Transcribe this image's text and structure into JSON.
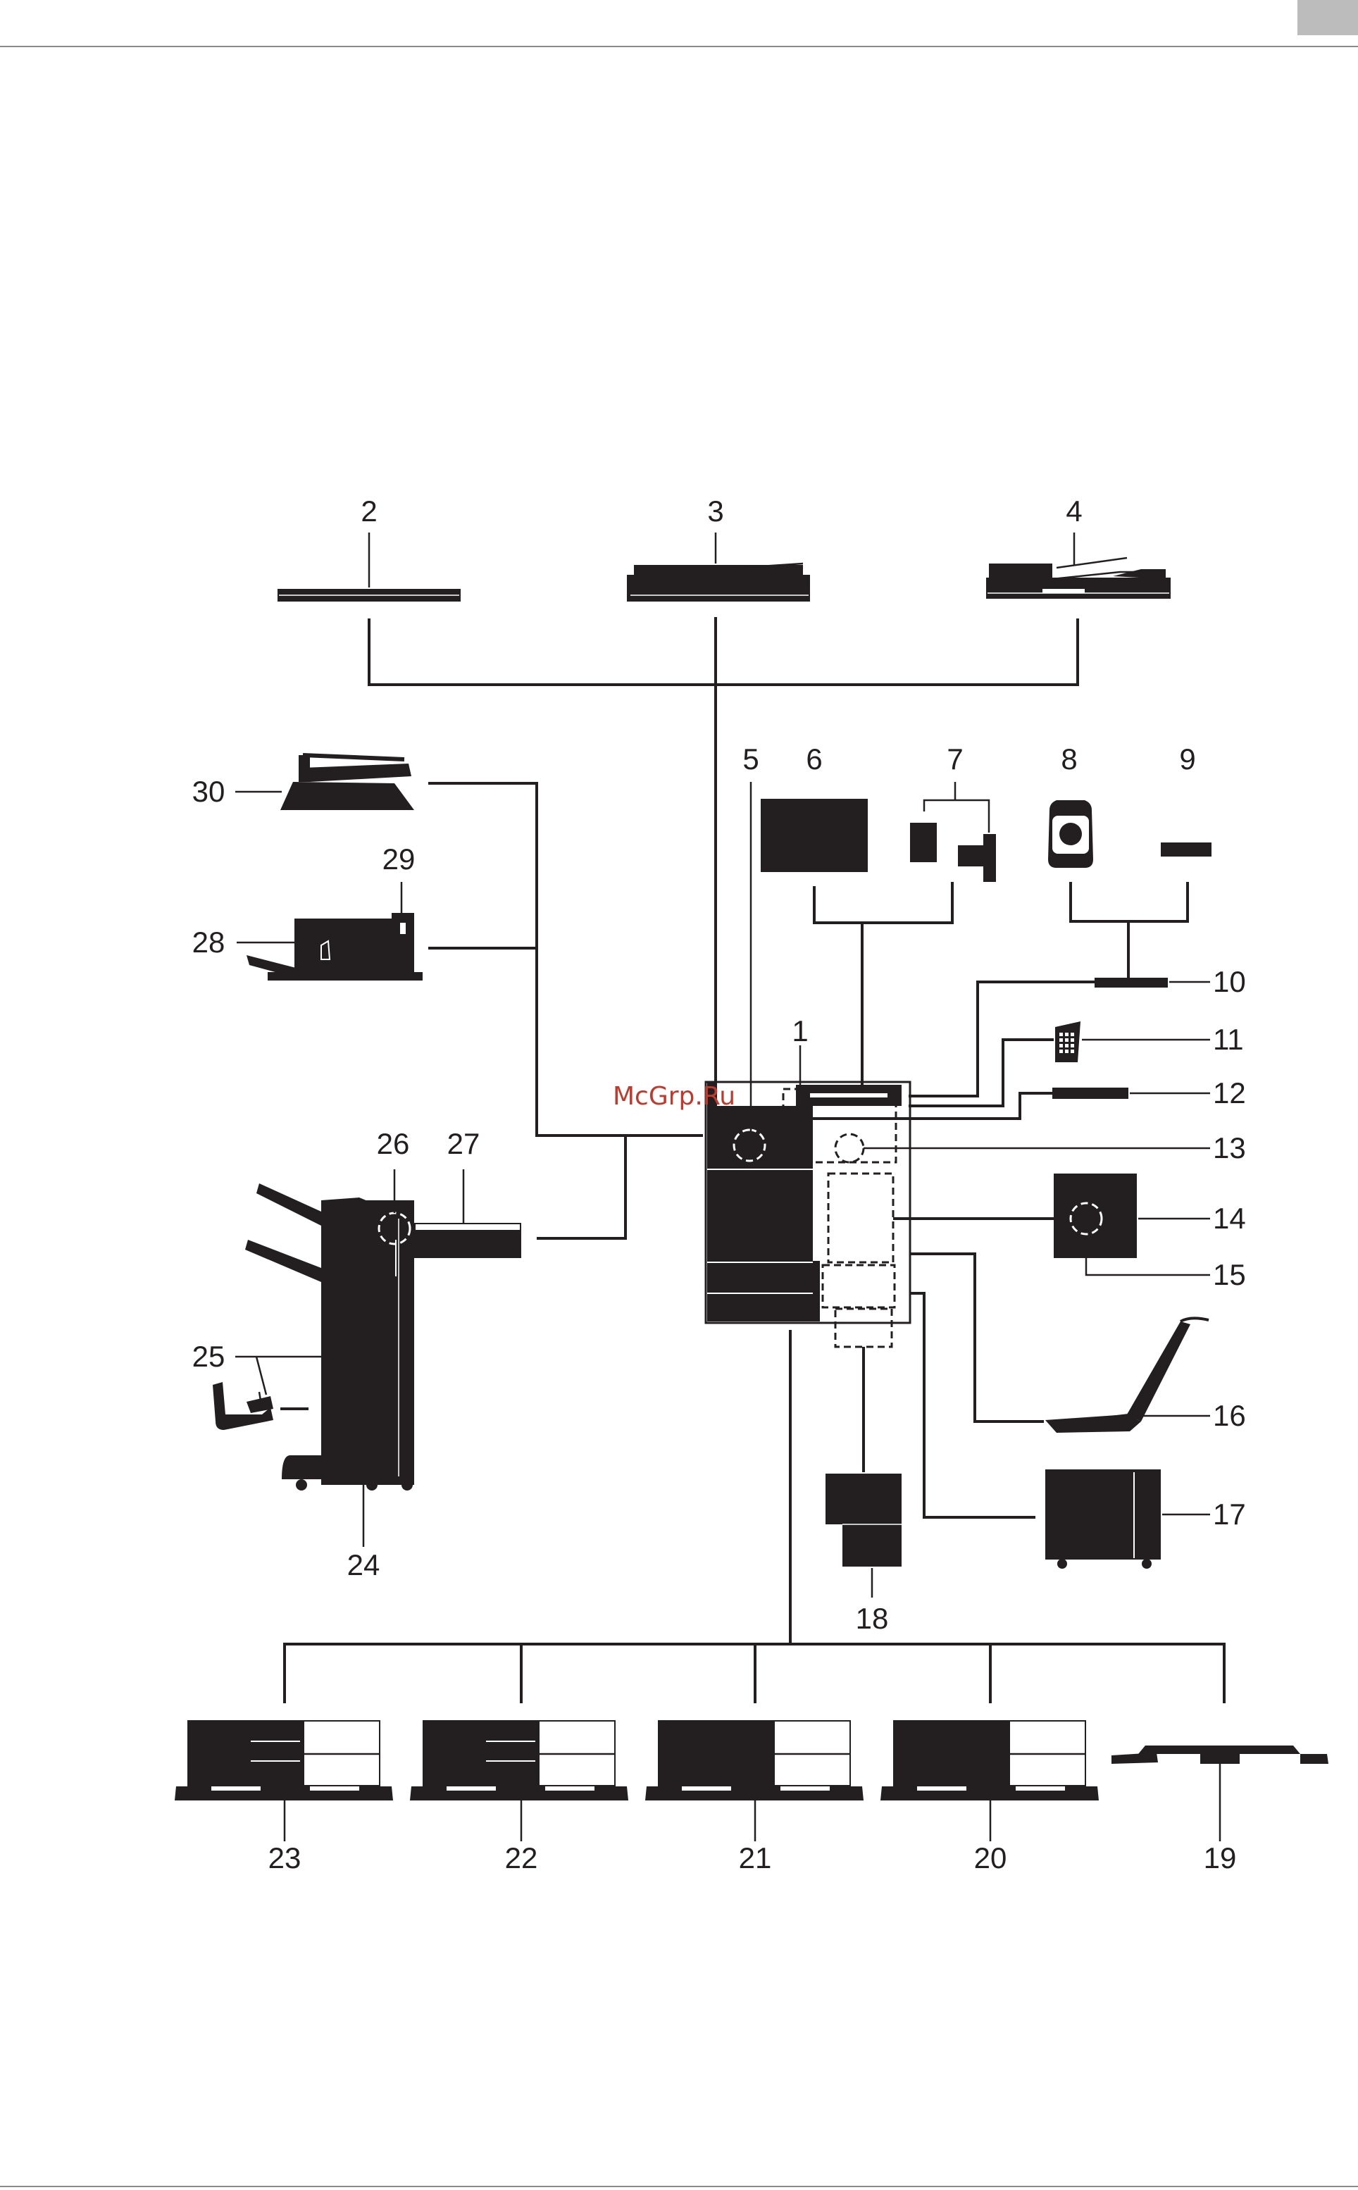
{
  "watermark": "McGrp.Ru",
  "colors": {
    "ink": "#231f20",
    "watermark": "#c0392b",
    "tab": "#bcbcbc"
  },
  "labels": {
    "n1": "1",
    "n2": "2",
    "n3": "3",
    "n4": "4",
    "n5": "5",
    "n6": "6",
    "n7": "7",
    "n8": "8",
    "n9": "9",
    "n10": "10",
    "n11": "11",
    "n12": "12",
    "n13": "13",
    "n14": "14",
    "n15": "15",
    "n16": "16",
    "n17": "17",
    "n18": "18",
    "n19": "19",
    "n20": "20",
    "n21": "21",
    "n22": "22",
    "n23": "23",
    "n24": "24",
    "n25": "25",
    "n26": "26",
    "n27": "27",
    "n28": "28",
    "n29": "29",
    "n30": "30"
  }
}
